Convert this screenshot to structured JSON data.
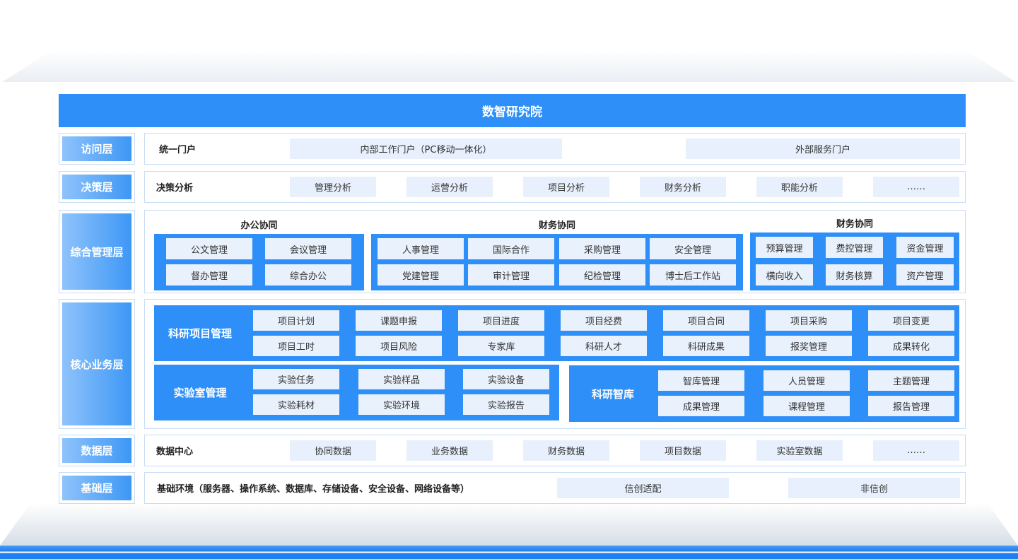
{
  "title": "数智研究院",
  "layers": {
    "access": {
      "label": "访问层",
      "heading": "统一门户",
      "items": [
        "内部工作门户（PC移动一体化）",
        "外部服务门户"
      ]
    },
    "decision": {
      "label": "决策层",
      "heading": "决策分析",
      "items": [
        "管理分析",
        "运营分析",
        "项目分析",
        "财务分析",
        "职能分析",
        "……"
      ]
    },
    "management": {
      "label": "综合管理层",
      "groups": [
        {
          "title": "办公协同",
          "items": [
            "公文管理",
            "会议管理",
            "督办管理",
            "综合办公"
          ]
        },
        {
          "title": "财务协同",
          "items": [
            "人事管理",
            "国际合作",
            "采购管理",
            "安全管理",
            "党建管理",
            "审计管理",
            "纪检管理",
            "博士后工作站"
          ]
        },
        {
          "title": "财务协同",
          "items": [
            "预算管理",
            "费控管理",
            "资金管理",
            "横向收入",
            "财务核算",
            "资产管理"
          ]
        }
      ]
    },
    "core": {
      "label": "核心业务层",
      "project": {
        "title": "科研项目管理",
        "items": [
          "项目计划",
          "课题申报",
          "项目进度",
          "项目经费",
          "项目合同",
          "项目采购",
          "项目变更",
          "项目工时",
          "项目风险",
          "专家库",
          "科研人才",
          "科研成果",
          "报奖管理",
          "成果转化"
        ]
      },
      "lab": {
        "title": "实验室管理",
        "items": [
          "实验任务",
          "实验样品",
          "实验设备",
          "实验耗材",
          "实验环境",
          "实验报告"
        ]
      },
      "think": {
        "title": "科研智库",
        "items": [
          "智库管理",
          "人员管理",
          "主题管理",
          "成果管理",
          "课程管理",
          "报告管理"
        ]
      }
    },
    "data": {
      "label": "数据层",
      "heading": "数据中心",
      "items": [
        "协同数据",
        "业务数据",
        "财务数据",
        "项目数据",
        "实验室数据",
        "……"
      ]
    },
    "base": {
      "label": "基础层",
      "heading": "基础环境（服务器、操作系统、数据库、存储设备、安全设备、网络设备等）",
      "items": [
        "信创适配",
        "非信创"
      ]
    }
  }
}
